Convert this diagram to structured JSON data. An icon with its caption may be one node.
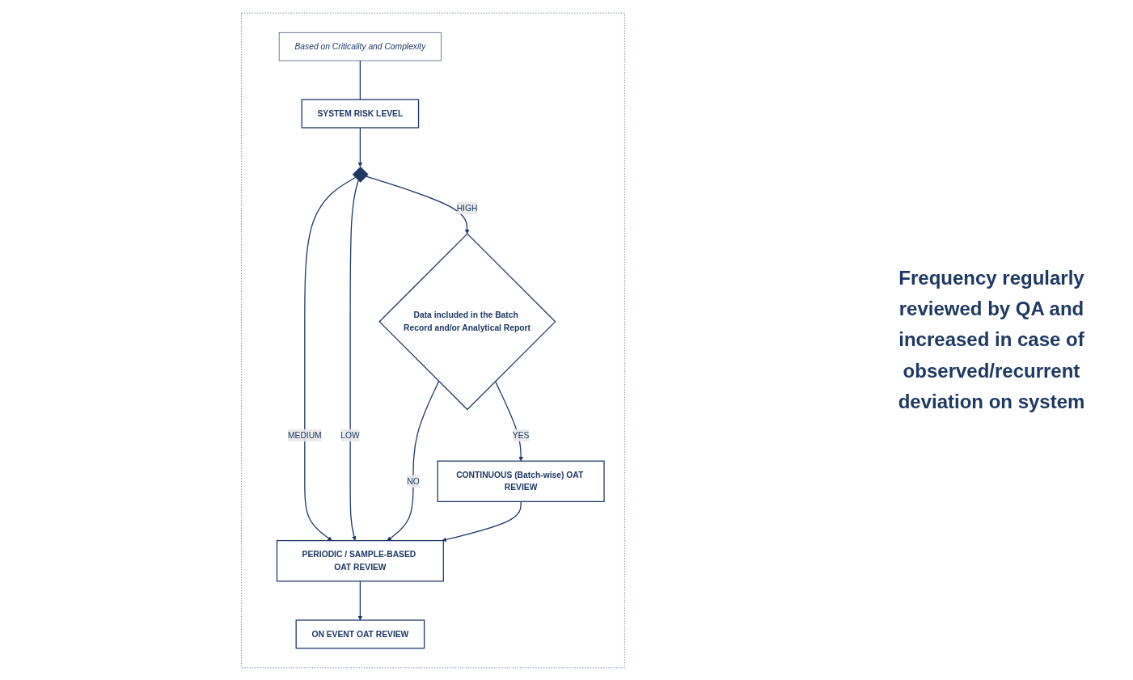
{
  "diagram": {
    "nodes": [
      {
        "text": [],
        "shape": "box"
      },
      {
        "text": [
          "SYSTEM RISK LEVEL"
        ],
        "in": 0
      },
      {
        "text": [
          "Based on Criticality and Complexity"
        ],
        "in": 0
      },
      {
        "text": [],
        "shape": "diamond",
        "in": 0
      },
      {
        "text": [
          "Data included in the Batch Record and/or Analytical Report"
        ],
        "in": 0
      },
      {
        "text": [
          "CONTINUOUS (Batch-wise) OAT REVIEW"
        ],
        "in": 0
      },
      {
        "text": [
          "PERIODIC / SAMPLE-BASED OAT REVIEW"
        ],
        "in": 0
      },
      {
        "text": [
          "ON EVENT OAT REVIEW"
        ],
        "in": 0
      }
    ],
    "edges": [
      {
        "from": 2,
        "to": 1,
        "arrow": "none"
      },
      {
        "from": 1,
        "to": 3,
        "arrow": "to"
      },
      {
        "from": 3,
        "to": 4,
        "label": "HIGH",
        "arrow": "to"
      },
      {
        "from": 3,
        "to": 6,
        "label": "MEDIUM",
        "arrow": "to"
      },
      {
        "from": 3,
        "to": 6,
        "label": "LOW",
        "arrow": "to"
      },
      {
        "from": 4,
        "to": 5,
        "label": "YES",
        "arrow": "to"
      },
      {
        "from": 4,
        "to": 6,
        "label": "NO",
        "arrow": "to"
      },
      {
        "from": 5,
        "to": 6,
        "arrow": "to"
      },
      {
        "from": 6,
        "to": 7,
        "arrow": "to"
      }
    ],
    "labels": [
      "Frequency regularly reviewed by QA and increased in case of observed/recurrent deviation on system"
    ]
  }
}
